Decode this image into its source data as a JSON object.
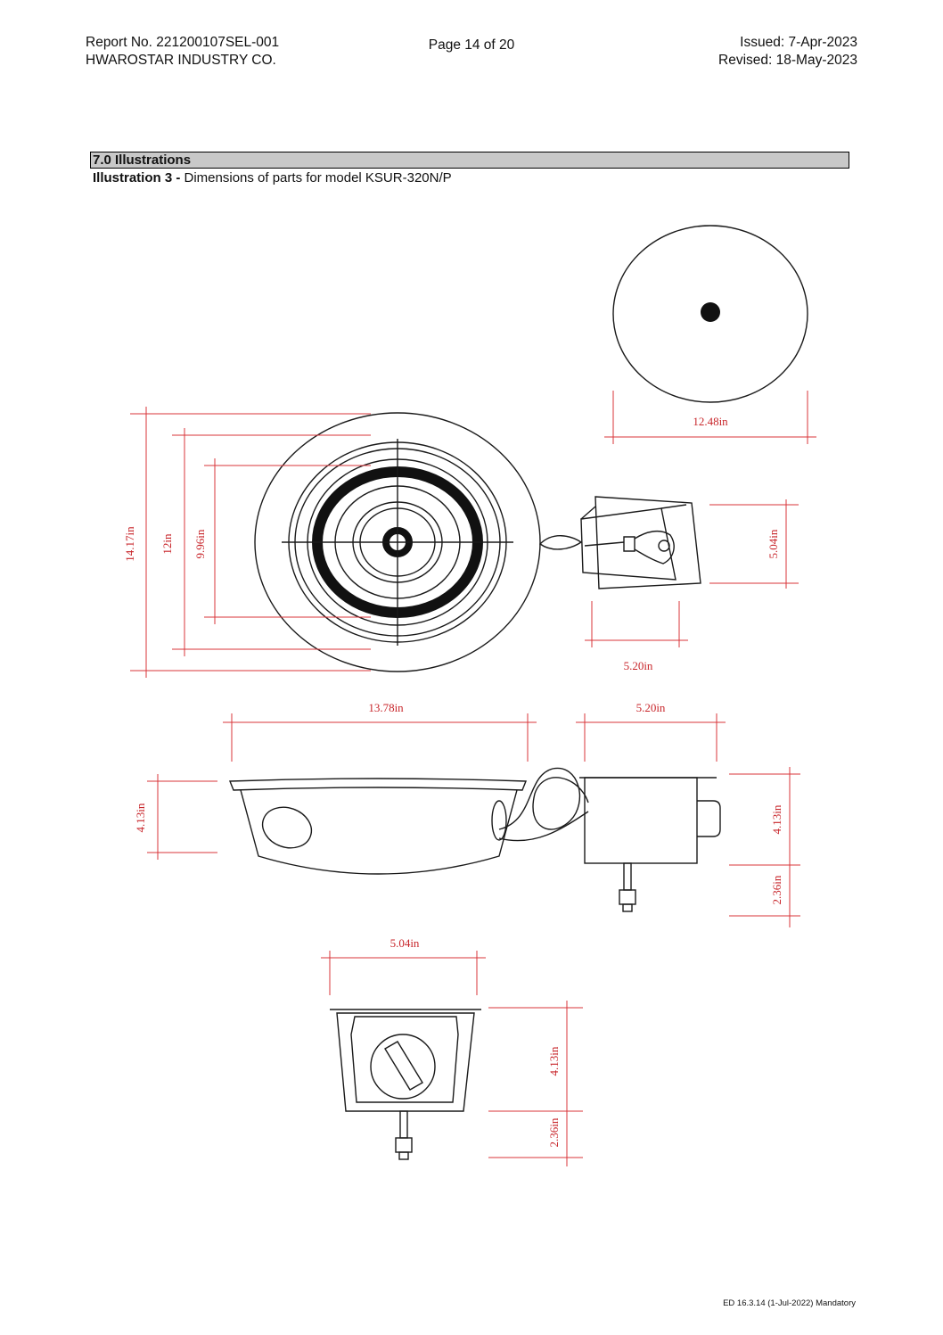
{
  "header": {
    "report_no": "Report No. 221200107SEL-001",
    "company": "HWAROSTAR INDUSTRY CO.",
    "page": "Page 14 of 20",
    "issued": "Issued: 7-Apr-2023",
    "revised": "Revised: 18-May-2023"
  },
  "section": {
    "title": "7.0 Illustrations",
    "caption_bold": "Illustration 3 -",
    "caption_text": " Dimensions of parts for model KSUR-320N/P"
  },
  "dimensions": {
    "cover_width": "12.48in",
    "outer_dia": "14.17in",
    "mid_dia": "12in",
    "inner_dia": "9.96in",
    "box_height_top": "5.04in",
    "box_width_top": "5.20in",
    "side_width": "13.78in",
    "side_box_width": "5.20in",
    "side_height": "4.13in",
    "side_box_height": "4.13in",
    "side_pipe": "2.36in",
    "front_width": "5.04in",
    "front_height": "4.13in",
    "front_pipe": "2.36in"
  },
  "footer": {
    "text": "ED 16.3.14 (1-Jul-2022) Mandatory"
  },
  "colors": {
    "dimension": "#c8262b",
    "section_bar": "#c8c8c8"
  }
}
